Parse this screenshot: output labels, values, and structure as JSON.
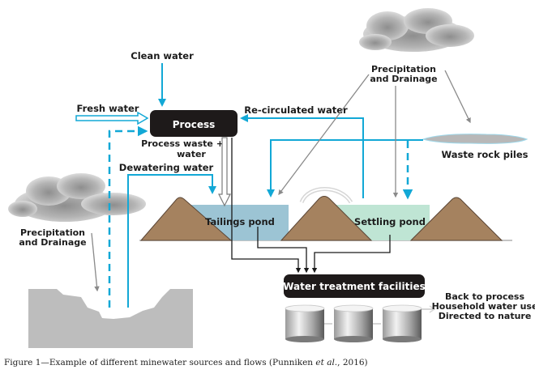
{
  "figure": {
    "caption_prefix": "Figure 1—Example of different minewater sources and flows (Punniken ",
    "caption_italic": "et al.",
    "caption_suffix": ", 2016)"
  },
  "nodes": {
    "process": "Process",
    "water_treatment": "Water treatment facilities",
    "tailings_pond": "Tailings pond",
    "settling_pond": "Settling pond",
    "waste_rock_piles": "Waste rock piles"
  },
  "flows": {
    "clean_water": "Clean water",
    "fresh_water": "Fresh water",
    "recirculated_water": "Re-circulated water",
    "process_waste_line1": "Process waste +",
    "process_waste_line2": "water",
    "dewatering_water": "Dewatering water",
    "precip_top_line1": "Precipitation",
    "precip_top_line2": "and Drainage",
    "precip_left_line1": "Precipitation",
    "precip_left_line2": "and Drainage"
  },
  "outputs": [
    "Back to process",
    "Household water use",
    "Directed to nature"
  ],
  "colors": {
    "flow_blue": "#12a8d6",
    "flow_gray": "#8a8a8a",
    "box_dark": "#1e1a1a",
    "mound_brown": "#a5825f",
    "tailings_blue": "#9cc4d4",
    "settling_green": "#bfe5d4",
    "pit_gray": "#bdbdbd"
  }
}
